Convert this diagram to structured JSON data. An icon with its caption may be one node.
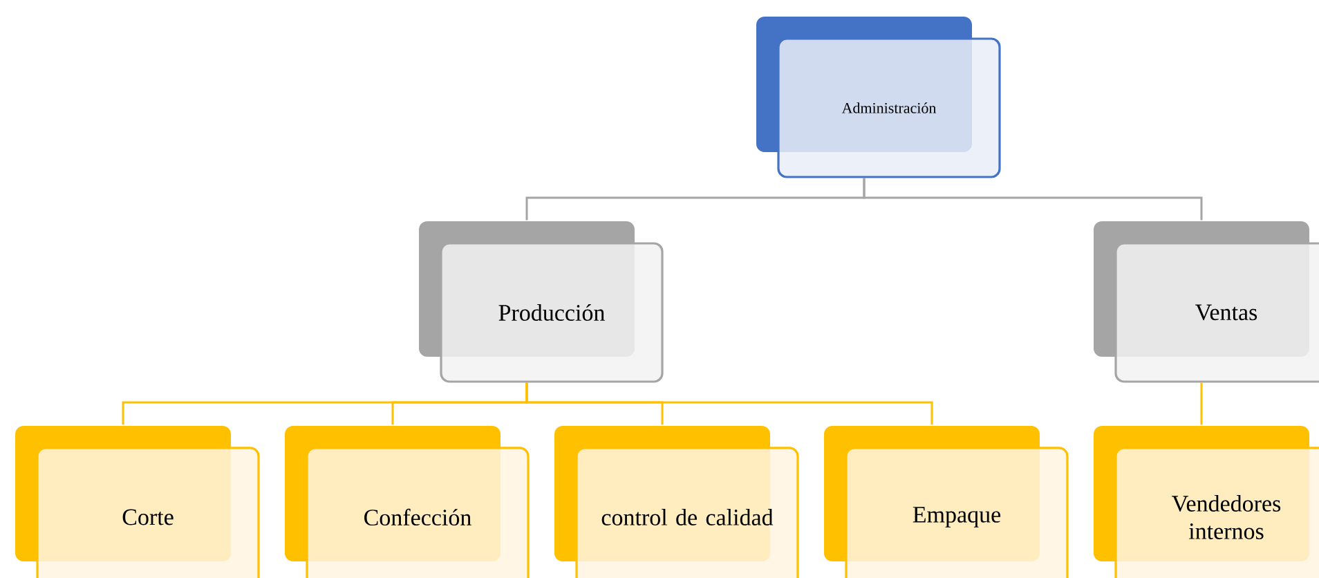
{
  "diagram": {
    "nodes": [
      {
        "text": [
          "Administración"
        ]
      },
      {
        "text": [
          "Producción"
        ]
      },
      {
        "text": [
          "Ventas"
        ]
      },
      {
        "text": [
          "Corte"
        ]
      },
      {
        "text": [
          "Confección"
        ]
      },
      {
        "text": [
          "control de calidad"
        ]
      },
      {
        "text": [
          "Empaque"
        ]
      },
      {
        "text": [
          "Vendedores internos"
        ]
      }
    ],
    "edges": [
      {
        "from": 0,
        "to": 1,
        "arrow": "none",
        "color": "#a5a5a5"
      },
      {
        "from": 0,
        "to": 2,
        "arrow": "none",
        "color": "#a5a5a5"
      },
      {
        "from": 1,
        "to": 3,
        "arrow": "none"
      },
      {
        "from": 1,
        "to": 4,
        "arrow": "none"
      },
      {
        "from": 1,
        "to": 5,
        "arrow": "none"
      },
      {
        "from": 1,
        "to": 6,
        "arrow": "none"
      },
      {
        "from": 2,
        "to": 7,
        "arrow": "none"
      }
    ]
  }
}
